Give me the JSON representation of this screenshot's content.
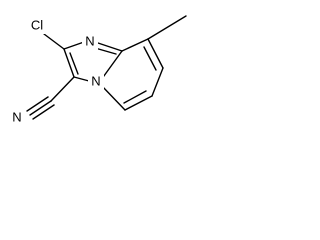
{
  "molecule": {
    "atoms": {
      "chlorine": "Cl",
      "imidazole_nitrogen": "N",
      "bridgehead_nitrogen": "N",
      "nitrile_nitrogen": "N"
    },
    "colors": {
      "bond": "#000000",
      "label": "#000000",
      "background": "#ffffff"
    }
  }
}
